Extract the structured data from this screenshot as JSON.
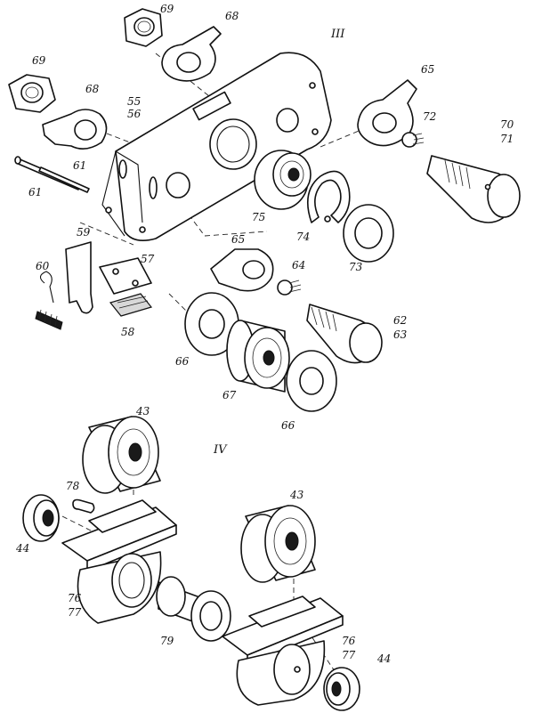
{
  "sections": {
    "upper": "III",
    "lower": "IV"
  },
  "labels": {
    "p69a": "69",
    "p68a": "68",
    "p69b": "69",
    "p68b": "68",
    "p55": "55",
    "p56": "56",
    "p61a": "61",
    "p61b": "61",
    "p65a": "65",
    "p72": "72",
    "p70": "70",
    "p71": "71",
    "p75": "75",
    "p74": "74",
    "p73": "73",
    "p65b": "65",
    "p64": "64",
    "p62": "62",
    "p63": "63",
    "p59": "59",
    "p57": "57",
    "p60": "60",
    "p58": "58",
    "p66a": "66",
    "p67": "67",
    "p66b": "66",
    "p43a": "43",
    "p78": "78",
    "p44a": "44",
    "p76a": "76",
    "p77a": "77",
    "p79": "79",
    "p43b": "43",
    "p76b": "76",
    "p77b": "77",
    "p44b": "44"
  },
  "icons": [
    "hex-nut",
    "lock-washer",
    "bracket-plate",
    "bearing",
    "snap-ring",
    "axle-pin",
    "bearing-housing",
    "spacer-sleeve",
    "spring"
  ]
}
